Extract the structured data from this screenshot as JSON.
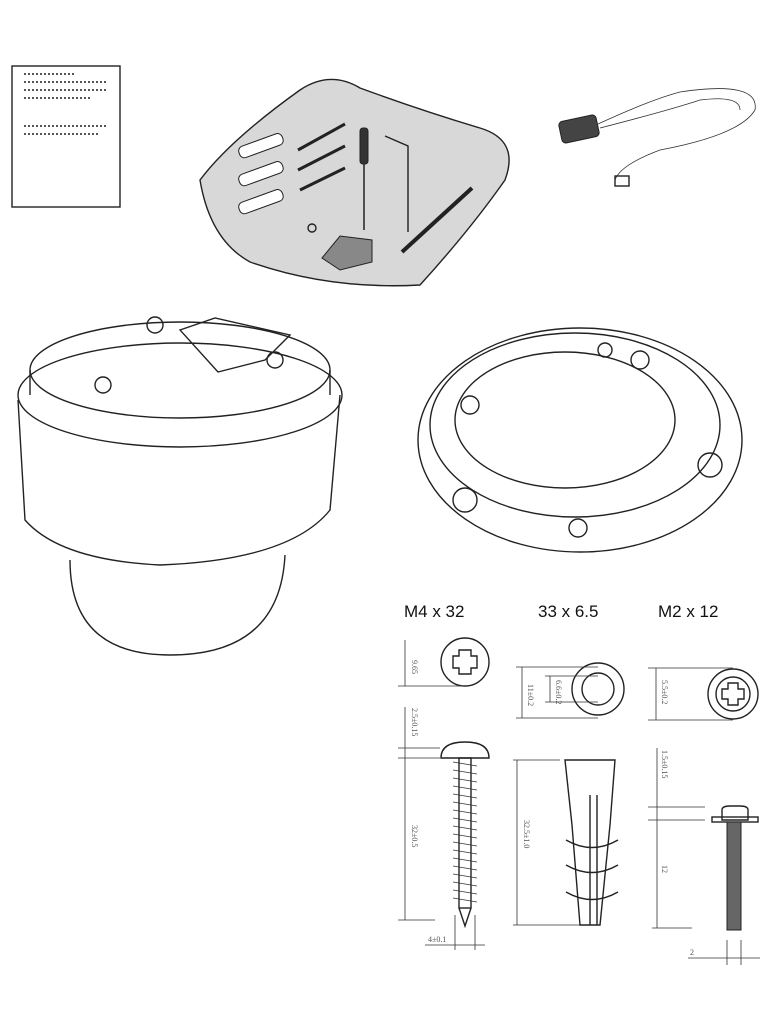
{
  "parts": {
    "screw_large": {
      "title": "M4 x 32",
      "head_diameter": "9.65",
      "head_height": "2.5±0.15",
      "length": "32±0.5",
      "thread_diameter": "4±0.1"
    },
    "anchor": {
      "title": "33 x 6.5",
      "outer_diameter": "11±0.2",
      "inner_diameter": "6.6±0.2",
      "length": "32.5±1.0"
    },
    "screw_small": {
      "title": "M2 x 12",
      "head_diameter": "5.5±0.2",
      "head_height": "1.5±0.15",
      "length": "12",
      "thread_diameter": "2"
    }
  },
  "colors": {
    "line": "#222222",
    "bag": "#d8d8d8"
  }
}
